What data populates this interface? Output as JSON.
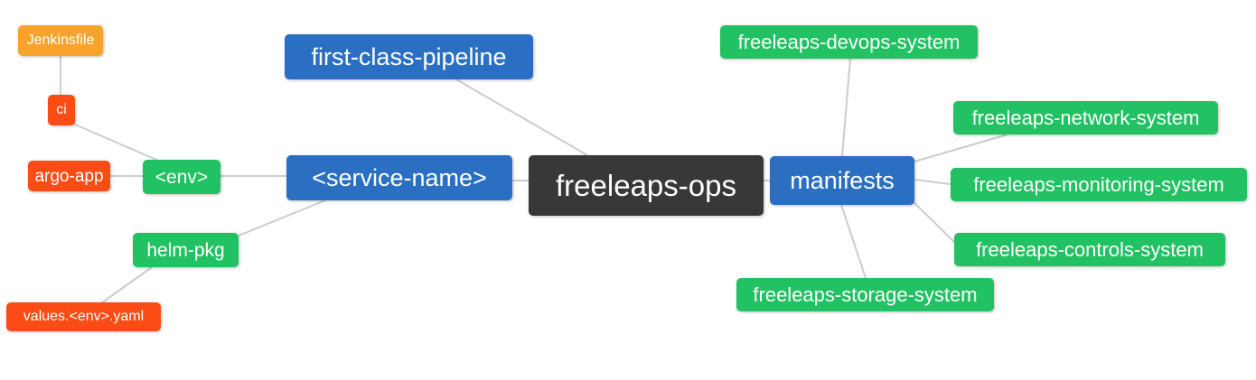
{
  "diagram": {
    "title": "freeleaps-ops mind map",
    "background_color": "#ffffff",
    "edge_color": "#cccccc",
    "palette": {
      "blue": "#2a6fc1",
      "green": "#22c163",
      "red": "#fc4c15",
      "amber": "#f8a42a",
      "dark": "#3a3737",
      "text": "#ffffff"
    }
  },
  "nodes": [
    {
      "id": "jenkinsfile",
      "label": "Jenkinsfile",
      "color": "amber"
    },
    {
      "id": "ci",
      "label": "ci",
      "color": "red"
    },
    {
      "id": "argo-app",
      "label": "argo-app",
      "color": "red"
    },
    {
      "id": "env",
      "label": "<env>",
      "color": "green"
    },
    {
      "id": "helm-pkg",
      "label": "helm-pkg",
      "color": "green"
    },
    {
      "id": "values-env-yaml",
      "label": "values.<env>.yaml",
      "color": "red"
    },
    {
      "id": "first-class-pipeline",
      "label": "first-class-pipeline",
      "color": "blue"
    },
    {
      "id": "service-name",
      "label": "<service-name>",
      "color": "blue"
    },
    {
      "id": "freeleaps-ops",
      "label": "freeleaps-ops",
      "color": "dark"
    },
    {
      "id": "manifests",
      "label": "manifests",
      "color": "blue"
    },
    {
      "id": "freeleaps-devops-system",
      "label": "freeleaps-devops-system",
      "color": "green"
    },
    {
      "id": "freeleaps-network-system",
      "label": "freeleaps-network-system",
      "color": "green"
    },
    {
      "id": "freeleaps-monitoring-system",
      "label": "freeleaps-monitoring-system",
      "color": "green"
    },
    {
      "id": "freeleaps-controls-system",
      "label": "freeleaps-controls-system",
      "color": "green"
    },
    {
      "id": "freeleaps-storage-system",
      "label": "freeleaps-storage-system",
      "color": "green"
    }
  ],
  "edges": [
    {
      "from": "jenkinsfile",
      "to": "ci"
    },
    {
      "from": "ci",
      "to": "env"
    },
    {
      "from": "argo-app",
      "to": "env"
    },
    {
      "from": "env",
      "to": "service-name"
    },
    {
      "from": "service-name",
      "to": "helm-pkg"
    },
    {
      "from": "helm-pkg",
      "to": "values-env-yaml"
    },
    {
      "from": "first-class-pipeline",
      "to": "freeleaps-ops"
    },
    {
      "from": "service-name",
      "to": "freeleaps-ops"
    },
    {
      "from": "freeleaps-ops",
      "to": "manifests"
    },
    {
      "from": "manifests",
      "to": "freeleaps-devops-system"
    },
    {
      "from": "manifests",
      "to": "freeleaps-network-system"
    },
    {
      "from": "manifests",
      "to": "freeleaps-monitoring-system"
    },
    {
      "from": "manifests",
      "to": "freeleaps-controls-system"
    },
    {
      "from": "manifests",
      "to": "freeleaps-storage-system"
    }
  ]
}
